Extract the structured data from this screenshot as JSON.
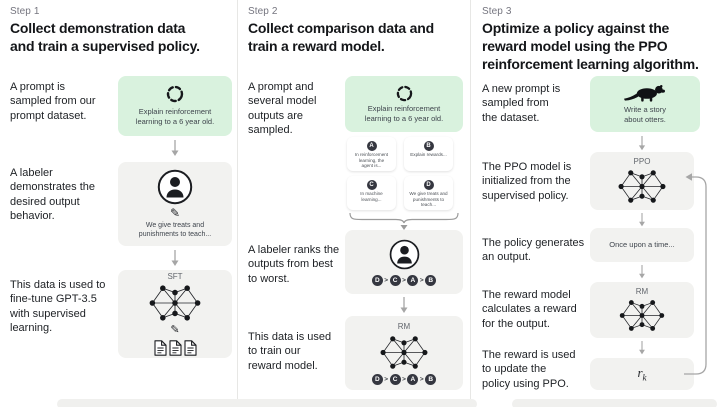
{
  "step1": {
    "label": "Step 1",
    "title": "Collect demonstration data\nand train a supervised policy.",
    "desc1": "A prompt is\nsampled from our\nprompt dataset.",
    "prompt_text": "Explain reinforcement\nlearning to a 6 year old.",
    "desc2": "A labeler\ndemonstrates the\ndesired output\nbehavior.",
    "labeler_text": "We give treats and\npunishments to teach...",
    "desc3": "This data is used to\nfine-tune GPT-3.5\nwith supervised\nlearning.",
    "model_label": "SFT"
  },
  "step2": {
    "label": "Step 2",
    "title": "Collect comparison data and\ntrain a reward model.",
    "desc1": "A prompt and\nseveral model\noutputs are\nsampled.",
    "prompt_text": "Explain reinforcement\nlearning to a 6 year old.",
    "outputs": [
      {
        "letter": "A",
        "text": "In reinforcement\nlearning, the\nagent is..."
      },
      {
        "letter": "B",
        "text": "Explain rewards..."
      },
      {
        "letter": "C",
        "text": "In machine\nlearning..."
      },
      {
        "letter": "D",
        "text": "We give treats and\npunishments to\nteach..."
      }
    ],
    "desc2": "A labeler ranks the\noutputs from best\nto worst.",
    "ranking": [
      "D",
      "C",
      "A",
      "B"
    ],
    "rank_sep": ">",
    "desc3": "This data is used\nto train our\nreward model.",
    "model_label": "RM"
  },
  "step3": {
    "label": "Step 3",
    "title": "Optimize a policy against the\nreward model using the PPO\nreinforcement learning algorithm.",
    "desc1": "A new prompt is\nsampled from\nthe dataset.",
    "prompt_text": "Write a story\nabout otters.",
    "desc2": "The PPO model is\ninitialized from the\nsupervised policy.",
    "ppo_label": "PPO",
    "desc3": "The policy generates\nan output.",
    "output_text": "Once upon a time...",
    "desc4": "The reward model\ncalculates a reward\nfor the output.",
    "rm_label": "RM",
    "desc5": "The reward is used\nto update the\npolicy using PPO.",
    "reward_var": "r",
    "reward_sub": "k"
  },
  "icons": {
    "cycle_icon": "dashed-circle",
    "labeler_icon": "person-in-circle",
    "pencil_icon": "✎",
    "documents_icon": "three-documents",
    "otter_icon": "otter-silhouette",
    "down_arrow_icon": "↓",
    "brace_icon": "curly-brace-down",
    "loop_arrow_icon": "feedback-loop"
  },
  "colors": {
    "prompt_card_bg": "#d9f2de",
    "card_bg": "#f2f2f0",
    "dark": "#1b1d21",
    "chip_bg": "#353740",
    "muted": "#75757f",
    "arrow": "#a6a6a6"
  }
}
